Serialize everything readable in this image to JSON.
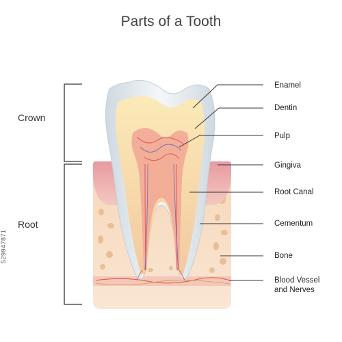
{
  "title": "Parts of a Tooth",
  "sections": {
    "crown": "Crown",
    "root": "Root"
  },
  "parts": [
    {
      "id": "enamel",
      "label": "Enamel"
    },
    {
      "id": "dentin",
      "label": "Dentin"
    },
    {
      "id": "pulp",
      "label": "Pulp"
    },
    {
      "id": "gingiva",
      "label": "Gingiva"
    },
    {
      "id": "root-canal",
      "label": "Root Canal"
    },
    {
      "id": "cementum",
      "label": "Cementum"
    },
    {
      "id": "bone",
      "label": "Bone"
    },
    {
      "id": "blood-vessel",
      "label": "Blood Vessel\nand Nerves"
    }
  ],
  "watermark": "529947871",
  "colors": {
    "enamel": "#e8eef2",
    "dentin": "#f7e3b0",
    "pulp": "#f4b9a8",
    "gingiva": "#e9a9a9",
    "bone": "#f6dcc0",
    "nerve": "#d9534f",
    "line": "#333333"
  }
}
